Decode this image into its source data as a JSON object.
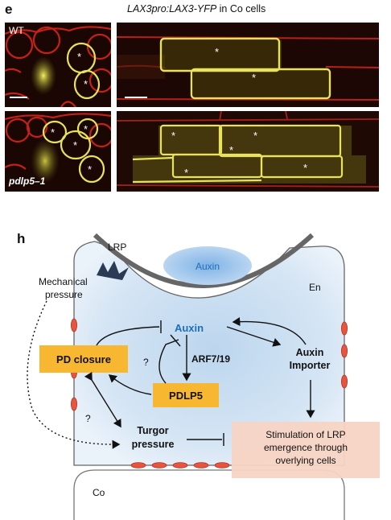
{
  "panel_e": {
    "letter": "e",
    "title_italic": "LAX3pro:LAX3-YFP",
    "title_rest": " in Co cells",
    "row1_label": "WT",
    "row2_label": "pdlp5–1",
    "star": "*"
  },
  "panel_h": {
    "letter": "h",
    "lrp": "LRP",
    "auxin_blob": "Auxin",
    "en": "En",
    "co": "Co",
    "mechanical_line1": "Mechanical",
    "mechanical_line2": "pressure",
    "auxin": "Auxin",
    "arf": "ARF7/19",
    "importer_line1": "Auxin",
    "importer_line2": "Importer",
    "pd_closure": "PD closure",
    "pdlp5": "PDLP5",
    "question": "?",
    "turgor_line1": "Turgor",
    "turgor_line2": "pressure",
    "stim_line1": "Stimulation of LRP",
    "stim_line2": "emergence through",
    "stim_line3": "overlying cells"
  },
  "colors": {
    "auxin_blue": "#1f6fb8",
    "orange_box": "#f7b731",
    "pink_box": "#f7d4c4",
    "plasmodesmata": "#e8553e",
    "lrp_dark": "#2b3a55",
    "cell_blue": "#cfe2f3"
  }
}
